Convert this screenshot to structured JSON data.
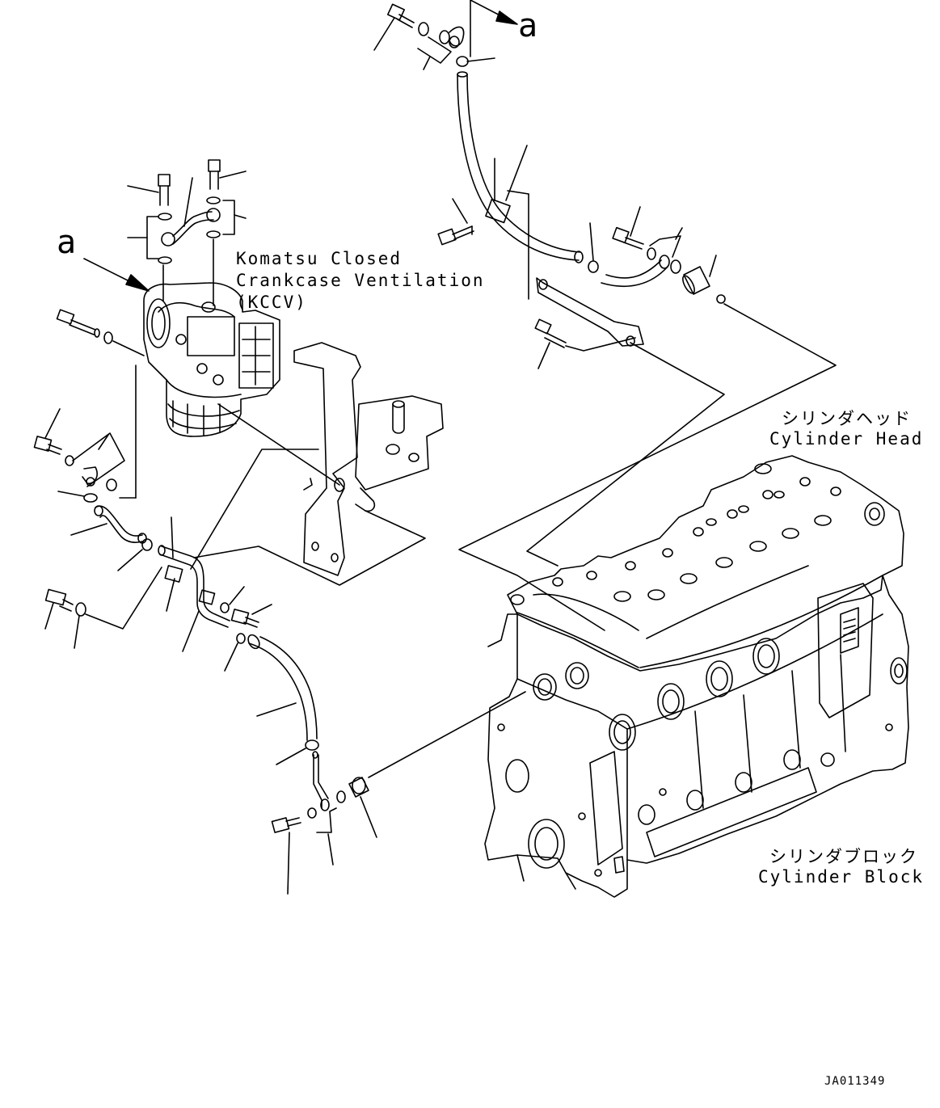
{
  "labels": {
    "kccv_line1": "Komatsu Closed",
    "kccv_line2": "Crankcase Ventilation",
    "kccv_line3": "(KCCV)",
    "cyl_head_jp": "シリンダヘッド",
    "cyl_head_en": "Cylinder Head",
    "cyl_block_jp": "シリンダブロック",
    "cyl_block_en": "Cylinder Block",
    "view_marker_top": "a",
    "view_marker_left": "a",
    "drawing_code": "JA011349"
  },
  "colors": {
    "line": "#000000",
    "background": "#ffffff"
  }
}
